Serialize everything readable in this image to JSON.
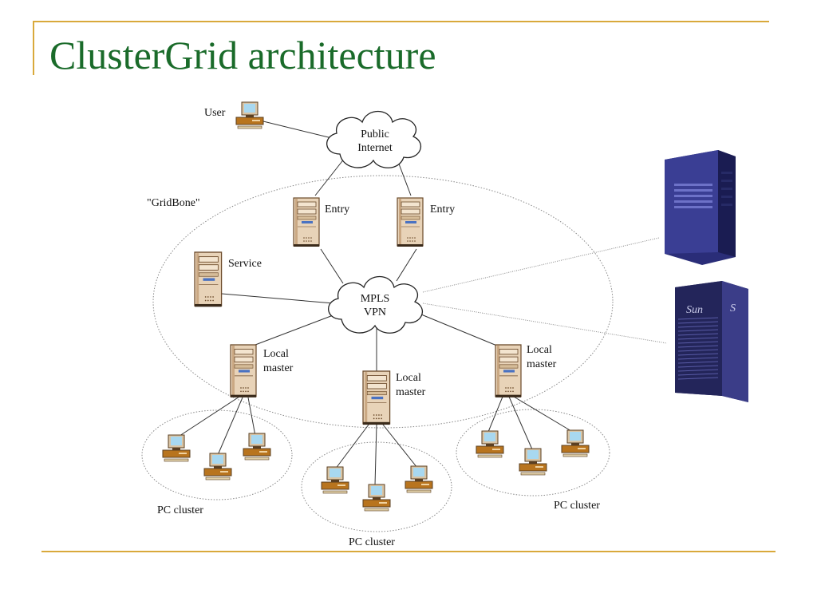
{
  "slide": {
    "title": "ClusterGrid architecture"
  },
  "diagram": {
    "user_label": "User",
    "internet_label_line1": "Public",
    "internet_label_line2": "Internet",
    "gridbone_label": "\"GridBone\"",
    "entry_left_label": "Entry",
    "entry_right_label": "Entry",
    "service_label": "Service",
    "mpls_label_line1": "MPLS",
    "mpls_label_line2": "VPN",
    "local_master_left_line1": "Local",
    "local_master_left_line2": "master",
    "local_master_center_line1": "Local",
    "local_master_center_line2": "master",
    "local_master_right_line1": "Local",
    "local_master_right_line2": "master",
    "pc_cluster_left_label": "PC cluster",
    "pc_cluster_center_label": "PC cluster",
    "pc_cluster_right_label": "PC cluster",
    "supercomputer_brand": "Sun"
  },
  "colors": {
    "title": "#1a6b2a",
    "accent": "#d9a93b",
    "server_body": "#e8d3b8",
    "pc_base": "#b8741e",
    "screen": "#a8d8f0",
    "supercomputer": "#2a2d78"
  }
}
